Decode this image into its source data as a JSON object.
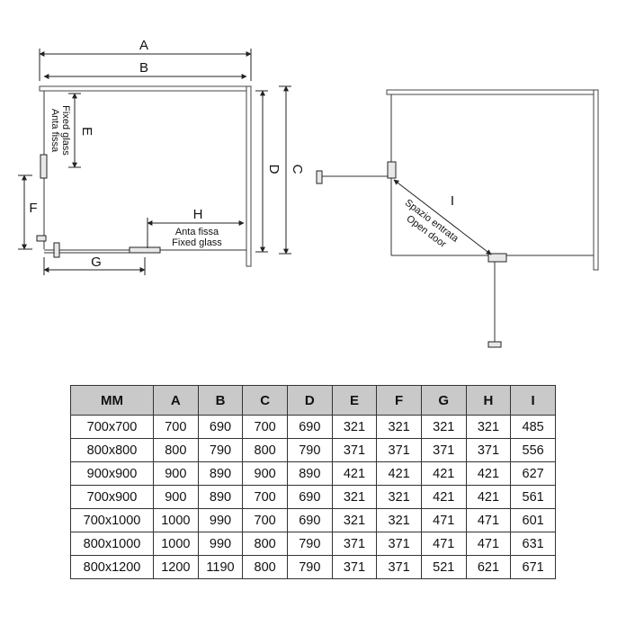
{
  "diagram": {
    "left_labels": {
      "A": "A",
      "B": "B",
      "C": "C",
      "D": "D",
      "E": "E",
      "F": "F",
      "G": "G",
      "H": "H",
      "fixed_glass_it": "Anta fissa",
      "fixed_glass_en": "Fixed glass"
    },
    "right_labels": {
      "I": "I",
      "entrance_it": "Spazio entrata",
      "entrance_en": "Open door"
    }
  },
  "table": {
    "headers": [
      "MM",
      "A",
      "B",
      "C",
      "D",
      "E",
      "F",
      "G",
      "H",
      "I"
    ],
    "rows": [
      [
        "700x700",
        "700",
        "690",
        "700",
        "690",
        "321",
        "321",
        "321",
        "321",
        "485"
      ],
      [
        "800x800",
        "800",
        "790",
        "800",
        "790",
        "371",
        "371",
        "371",
        "371",
        "556"
      ],
      [
        "900x900",
        "900",
        "890",
        "900",
        "890",
        "421",
        "421",
        "421",
        "421",
        "627"
      ],
      [
        "700x900",
        "900",
        "890",
        "700",
        "690",
        "321",
        "321",
        "421",
        "421",
        "561"
      ],
      [
        "700x1000",
        "1000",
        "990",
        "700",
        "690",
        "321",
        "321",
        "471",
        "471",
        "601"
      ],
      [
        "800x1000",
        "1000",
        "990",
        "800",
        "790",
        "371",
        "371",
        "471",
        "471",
        "631"
      ],
      [
        "800x1200",
        "1200",
        "1190",
        "800",
        "790",
        "371",
        "371",
        "521",
        "621",
        "671"
      ]
    ]
  }
}
